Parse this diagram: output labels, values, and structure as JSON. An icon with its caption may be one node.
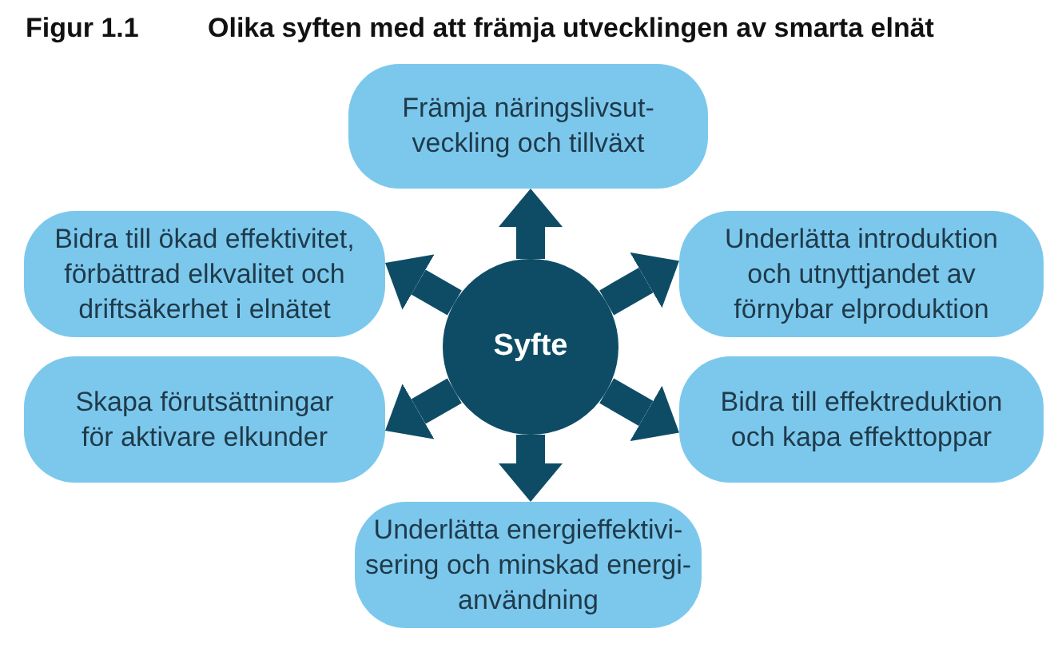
{
  "diagram": {
    "title": "Olika syften med att främja utvecklingen av smarta elnät",
    "nodes": [
      {
        "text": [
          "Främja näringslivsut- veckling och tillväxt"
        ]
      },
      {
        "text": [
          "Bidra till ökad effektivitet, förbättrad elkvalitet och driftsäkerhet i elnätet"
        ]
      },
      {
        "text": [
          "Syfte"
        ]
      },
      {
        "text": [
          "Underlätta introduktion och utnyttjandet av förnybar elproduktion"
        ]
      },
      {
        "text": [
          "Skapa förutsättningar för aktivare elkunder"
        ]
      },
      {
        "text": [
          "Bidra till effektreduktion och kapa effekttoppar"
        ]
      },
      {
        "text": [
          "Underlätta energieffektivi- sering och minskad energi- användning"
        ]
      }
    ],
    "edges": [
      {
        "from": 2,
        "to": 0,
        "arrow": "to"
      },
      {
        "from": 2,
        "to": 3,
        "arrow": "to"
      },
      {
        "from": 2,
        "to": 5,
        "arrow": "to"
      },
      {
        "from": 2,
        "to": 6,
        "arrow": "to"
      },
      {
        "from": 2,
        "to": 4,
        "arrow": "to"
      },
      {
        "from": 2,
        "to": 1,
        "arrow": "to"
      }
    ],
    "labels": [
      "Figur 1.1"
    ]
  }
}
